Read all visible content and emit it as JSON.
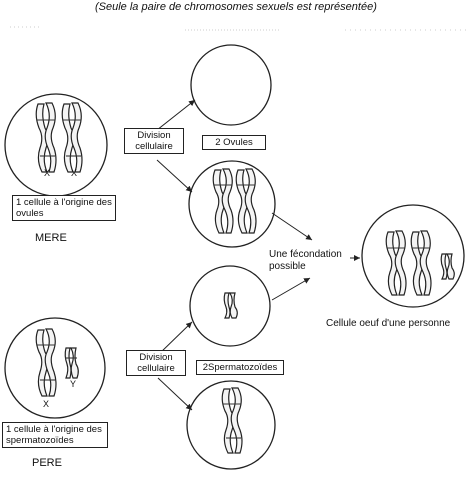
{
  "header": {
    "text": "(Seule la paire de chromosomes sexuels est représentée)"
  },
  "mother": {
    "chromosome_labels": [
      "X",
      "X"
    ],
    "box_label": "1 cellule à l'origine des ovules",
    "parent_label": "MERE",
    "division_label": "Division cellulaire",
    "result_label": "2 Ovules"
  },
  "father": {
    "chromosome_labels": [
      "X",
      "Y"
    ],
    "box_label": "1 cellule à l'origine des spermatozoïdes",
    "parent_label": "PERE",
    "division_label": "Division cellulaire",
    "result_label": "2Spermatozoïdes"
  },
  "fecundation_label": "Une fécondation possible",
  "egg_cell_label": "Cellule oeuf d'une personne"
}
